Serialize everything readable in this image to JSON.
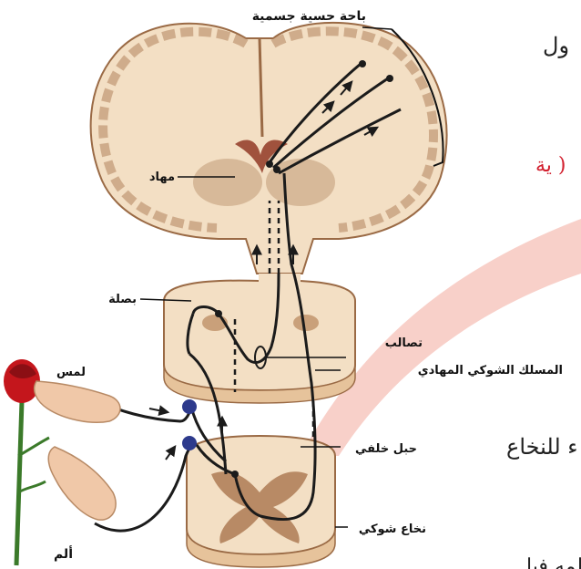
{
  "labels": {
    "somatosensory_area": "باحة حسية جسمية",
    "thalamus": "مهاد",
    "medulla": "بصلة",
    "decussation": "تصالب",
    "spinothalamic_tract": "المسلك الشوكي المهادي",
    "dorsal_column": "حبل خلفي",
    "spinal_cord": "نخاع شوكي",
    "touch": "لمس",
    "pain": "ألم"
  },
  "background_text": {
    "line1": "ول",
    "line2_red": "ية )",
    "line3": "ء للنخاع",
    "line4": "لمه فيا"
  },
  "colors": {
    "brain_fill": "#f3dfc4",
    "gray_matter": "#b88a65",
    "gray_matter_light": "#d7b999",
    "pathway": "#1b1b1b",
    "neuron": "#2d3a8c",
    "flower": "#c4161c",
    "stem": "#3b7a2a",
    "skin": "#f0c8a8",
    "background_stripe": "#f6c0b8"
  }
}
